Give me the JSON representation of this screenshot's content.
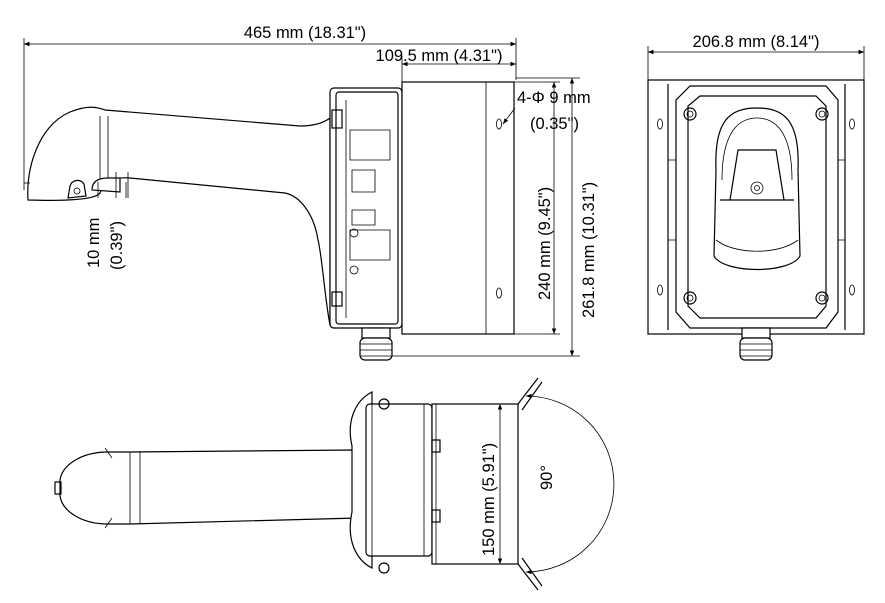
{
  "dimensions": {
    "overall_length": "465 mm (18.31\")",
    "plate_depth": "109.5 mm (4.31\")",
    "hole_spec_line1": "4-Φ 9 mm",
    "hole_spec_line2": "(0.35\")",
    "hook_gap_line1": "10 mm",
    "hook_gap_line2": "(0.39\")",
    "plate_height": "240 mm (9.45\")",
    "overall_height": "261.8 mm (10.31\")",
    "plate_width": "206.8 mm (8.14\")",
    "hinge_width": "150 mm (5.91\")",
    "swing_angle": "90°"
  },
  "colors": {
    "line": "#000000",
    "background": "#ffffff"
  }
}
